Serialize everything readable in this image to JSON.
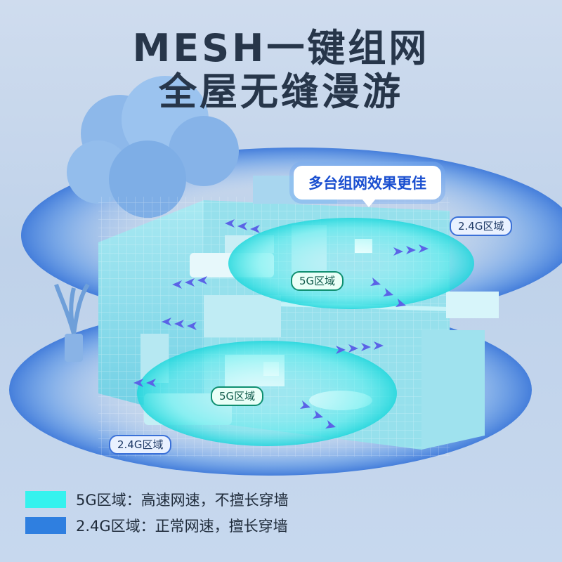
{
  "headline": {
    "line1": "MESH一键组网",
    "line2": "全屋无缝漫游"
  },
  "callout": "多台组网效果更佳",
  "zone_labels": {
    "upper_24g": "2.4G区域",
    "upper_5g": "5G区域",
    "lower_5g": "5G区域",
    "lower_24g": "2.4G区域"
  },
  "legend": [
    {
      "label": "5G区域：高速网速，不擅长穿墙",
      "color": "#35f2ee"
    },
    {
      "label": "2.4G区域：正常网速，擅长穿墙",
      "color": "#2f7fe0"
    }
  ],
  "colors": {
    "ring_blue": "#3d7fe0",
    "ring_cyan": "#2fe6e6",
    "house": "#8fdbe8",
    "arrow": "#5b63e6"
  }
}
